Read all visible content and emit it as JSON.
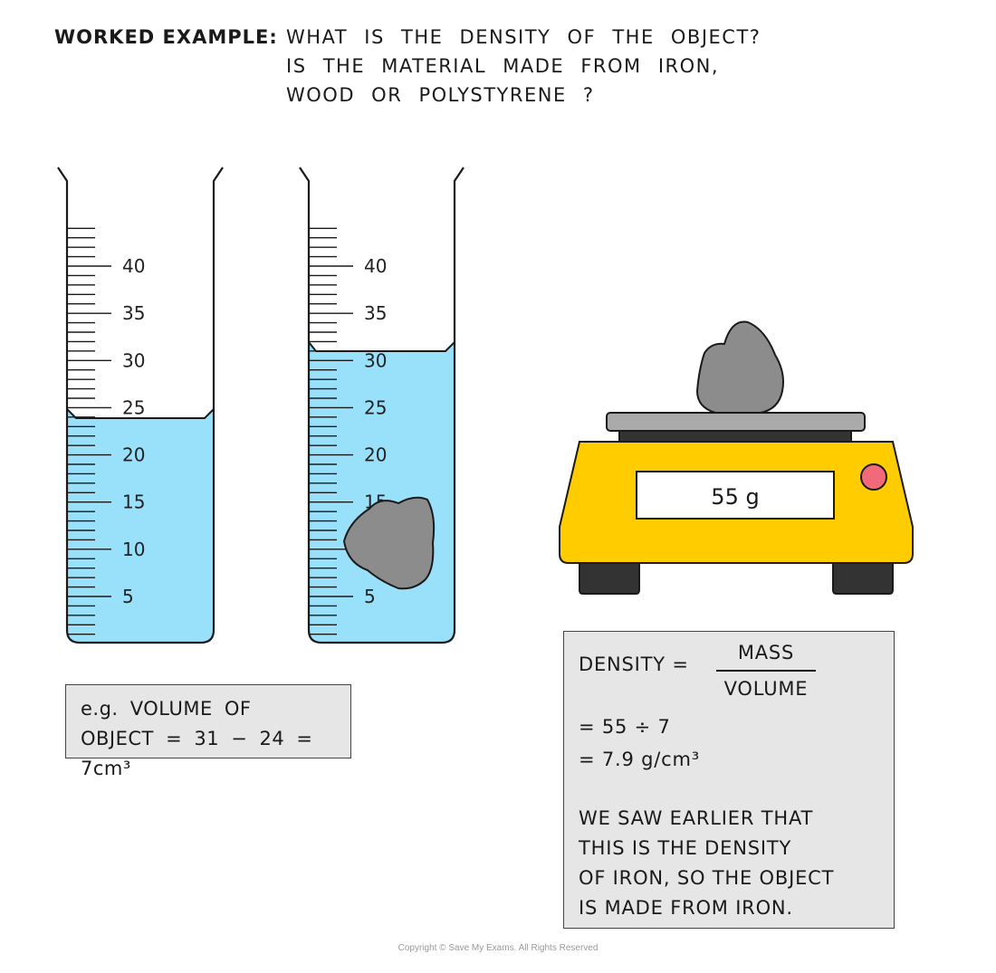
{
  "header": {
    "label": "WORKED EXAMPLE:",
    "question_line1": "WHAT IS THE DENSITY OF THE OBJECT?",
    "question_line2": "IS THE MATERIAL MADE FROM IRON,",
    "question_line3": "WOOD OR POLYSTYRENE ?"
  },
  "cylinders": {
    "tick_labels": [
      "40",
      "35",
      "30",
      "25",
      "20",
      "15",
      "10",
      "5"
    ],
    "left_level": 24,
    "right_level": 31
  },
  "scale": {
    "reading": "55 g"
  },
  "volume_box": {
    "line1": "e.g. VOLUME OF",
    "line2": "OBJECT = 31 − 24 = 7cm³"
  },
  "density_box": {
    "label": "DENSITY =",
    "numerator": "MASS",
    "denominator": "VOLUME",
    "step1": "= 55 ÷ 7",
    "step2": "= 7.9 g/cm³",
    "conclusion1": "WE SAW EARLIER THAT",
    "conclusion2": "THIS IS THE DENSITY",
    "conclusion3": "OF IRON, SO THE OBJECT",
    "conclusion4": "IS MADE FROM IRON."
  },
  "copyright": "Copyright © Save My Exams. All Rights Reserved",
  "colors": {
    "water": "#99e0fb",
    "rock": "#8c8c8c",
    "scale_body": "#ffcc00",
    "button": "#f06a7a"
  }
}
